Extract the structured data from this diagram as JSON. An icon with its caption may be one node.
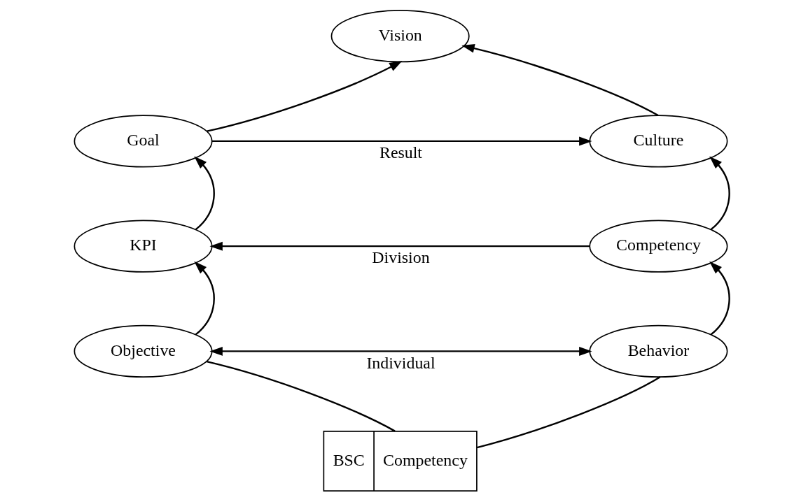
{
  "diagram": {
    "nodes": [
      {
        "text": [
          "Vision"
        ]
      },
      {
        "text": [
          "Goal"
        ]
      },
      {
        "text": [
          "Culture"
        ]
      },
      {
        "text": [
          "KPI"
        ]
      },
      {
        "text": [
          "Competency"
        ]
      },
      {
        "text": [
          "Objective"
        ]
      },
      {
        "text": [
          "Behavior"
        ]
      },
      {
        "text": [
          "BSC",
          "Competency"
        ]
      }
    ],
    "edges": [
      {
        "from": 1,
        "to": 0,
        "arrow": "to"
      },
      {
        "from": 2,
        "to": 0,
        "arrow": "to"
      },
      {
        "from": 1,
        "to": 2,
        "arrow": "to",
        "label": "Result"
      },
      {
        "from": 3,
        "to": 1,
        "arrow": "to"
      },
      {
        "from": 4,
        "to": 2,
        "arrow": "to"
      },
      {
        "from": 4,
        "to": 3,
        "arrow": "to",
        "label": "Division"
      },
      {
        "from": 5,
        "to": 3,
        "arrow": "to"
      },
      {
        "from": 6,
        "to": 4,
        "arrow": "to"
      },
      {
        "from": 5,
        "to": 6,
        "arrow": "both",
        "label": "Individual"
      },
      {
        "from": 5,
        "to": 7,
        "arrow": "none"
      },
      {
        "from": 6,
        "to": 7,
        "arrow": "none"
      }
    ]
  }
}
